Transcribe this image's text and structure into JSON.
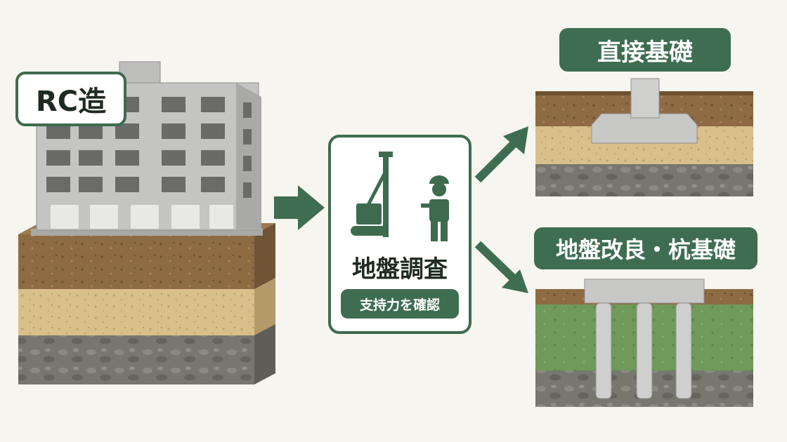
{
  "labels": {
    "rc": "RC造",
    "survey_title": "地盤調査",
    "survey_sub": "支持力を確認",
    "direct_foundation": "直接基礎",
    "pile_foundation": "地盤改良・杭基礎"
  },
  "colors": {
    "background": "#f6f5ef",
    "accent_green": "#3f6d52",
    "topsoil": "#8e6b43",
    "sand": "#d9bf8a",
    "gravel": "#77776f",
    "improved_soil": "#6f9a5a",
    "concrete": "#c8c8c6"
  },
  "icons": {
    "arrows": "arrow-right-icon",
    "drill": "drilling-rig-icon",
    "worker": "worker-icon"
  }
}
